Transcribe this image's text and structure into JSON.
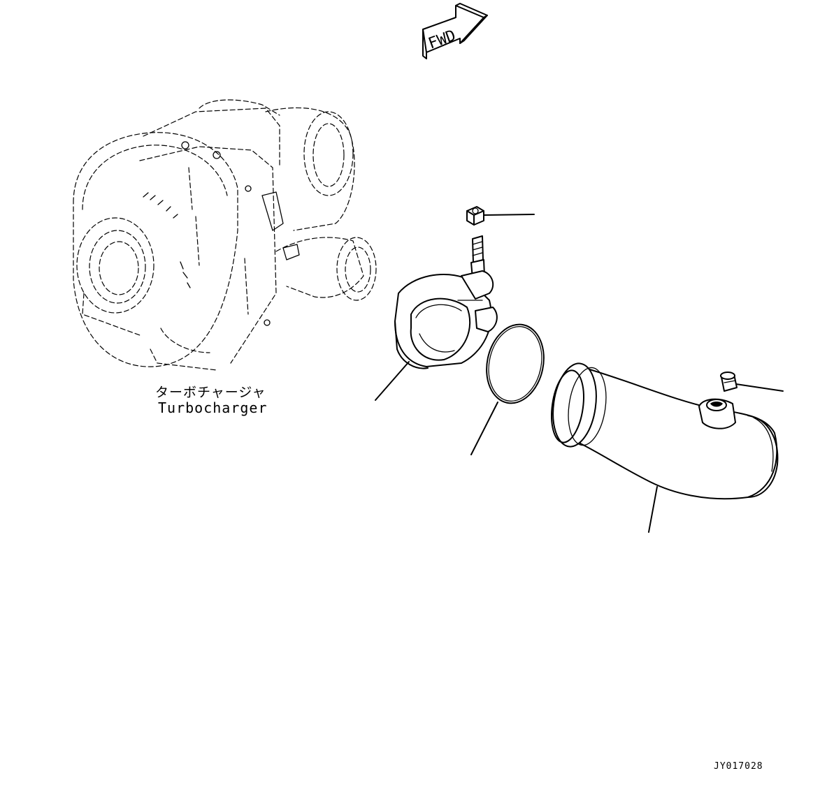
{
  "labels": {
    "turbocharger_jp": "ターボチャージャ",
    "turbocharger_en": "Turbocharger",
    "fwd_arrow": "FWD",
    "figure_code": "JY017028"
  },
  "parts": [
    {
      "name": "nut",
      "callout": ""
    },
    {
      "name": "v-band-clamp",
      "callout": ""
    },
    {
      "name": "gasket-ring",
      "callout": ""
    },
    {
      "name": "elbow-tube",
      "callout": ""
    },
    {
      "name": "plug",
      "callout": ""
    }
  ],
  "colors": {
    "line": "#000000",
    "background": "#ffffff"
  }
}
